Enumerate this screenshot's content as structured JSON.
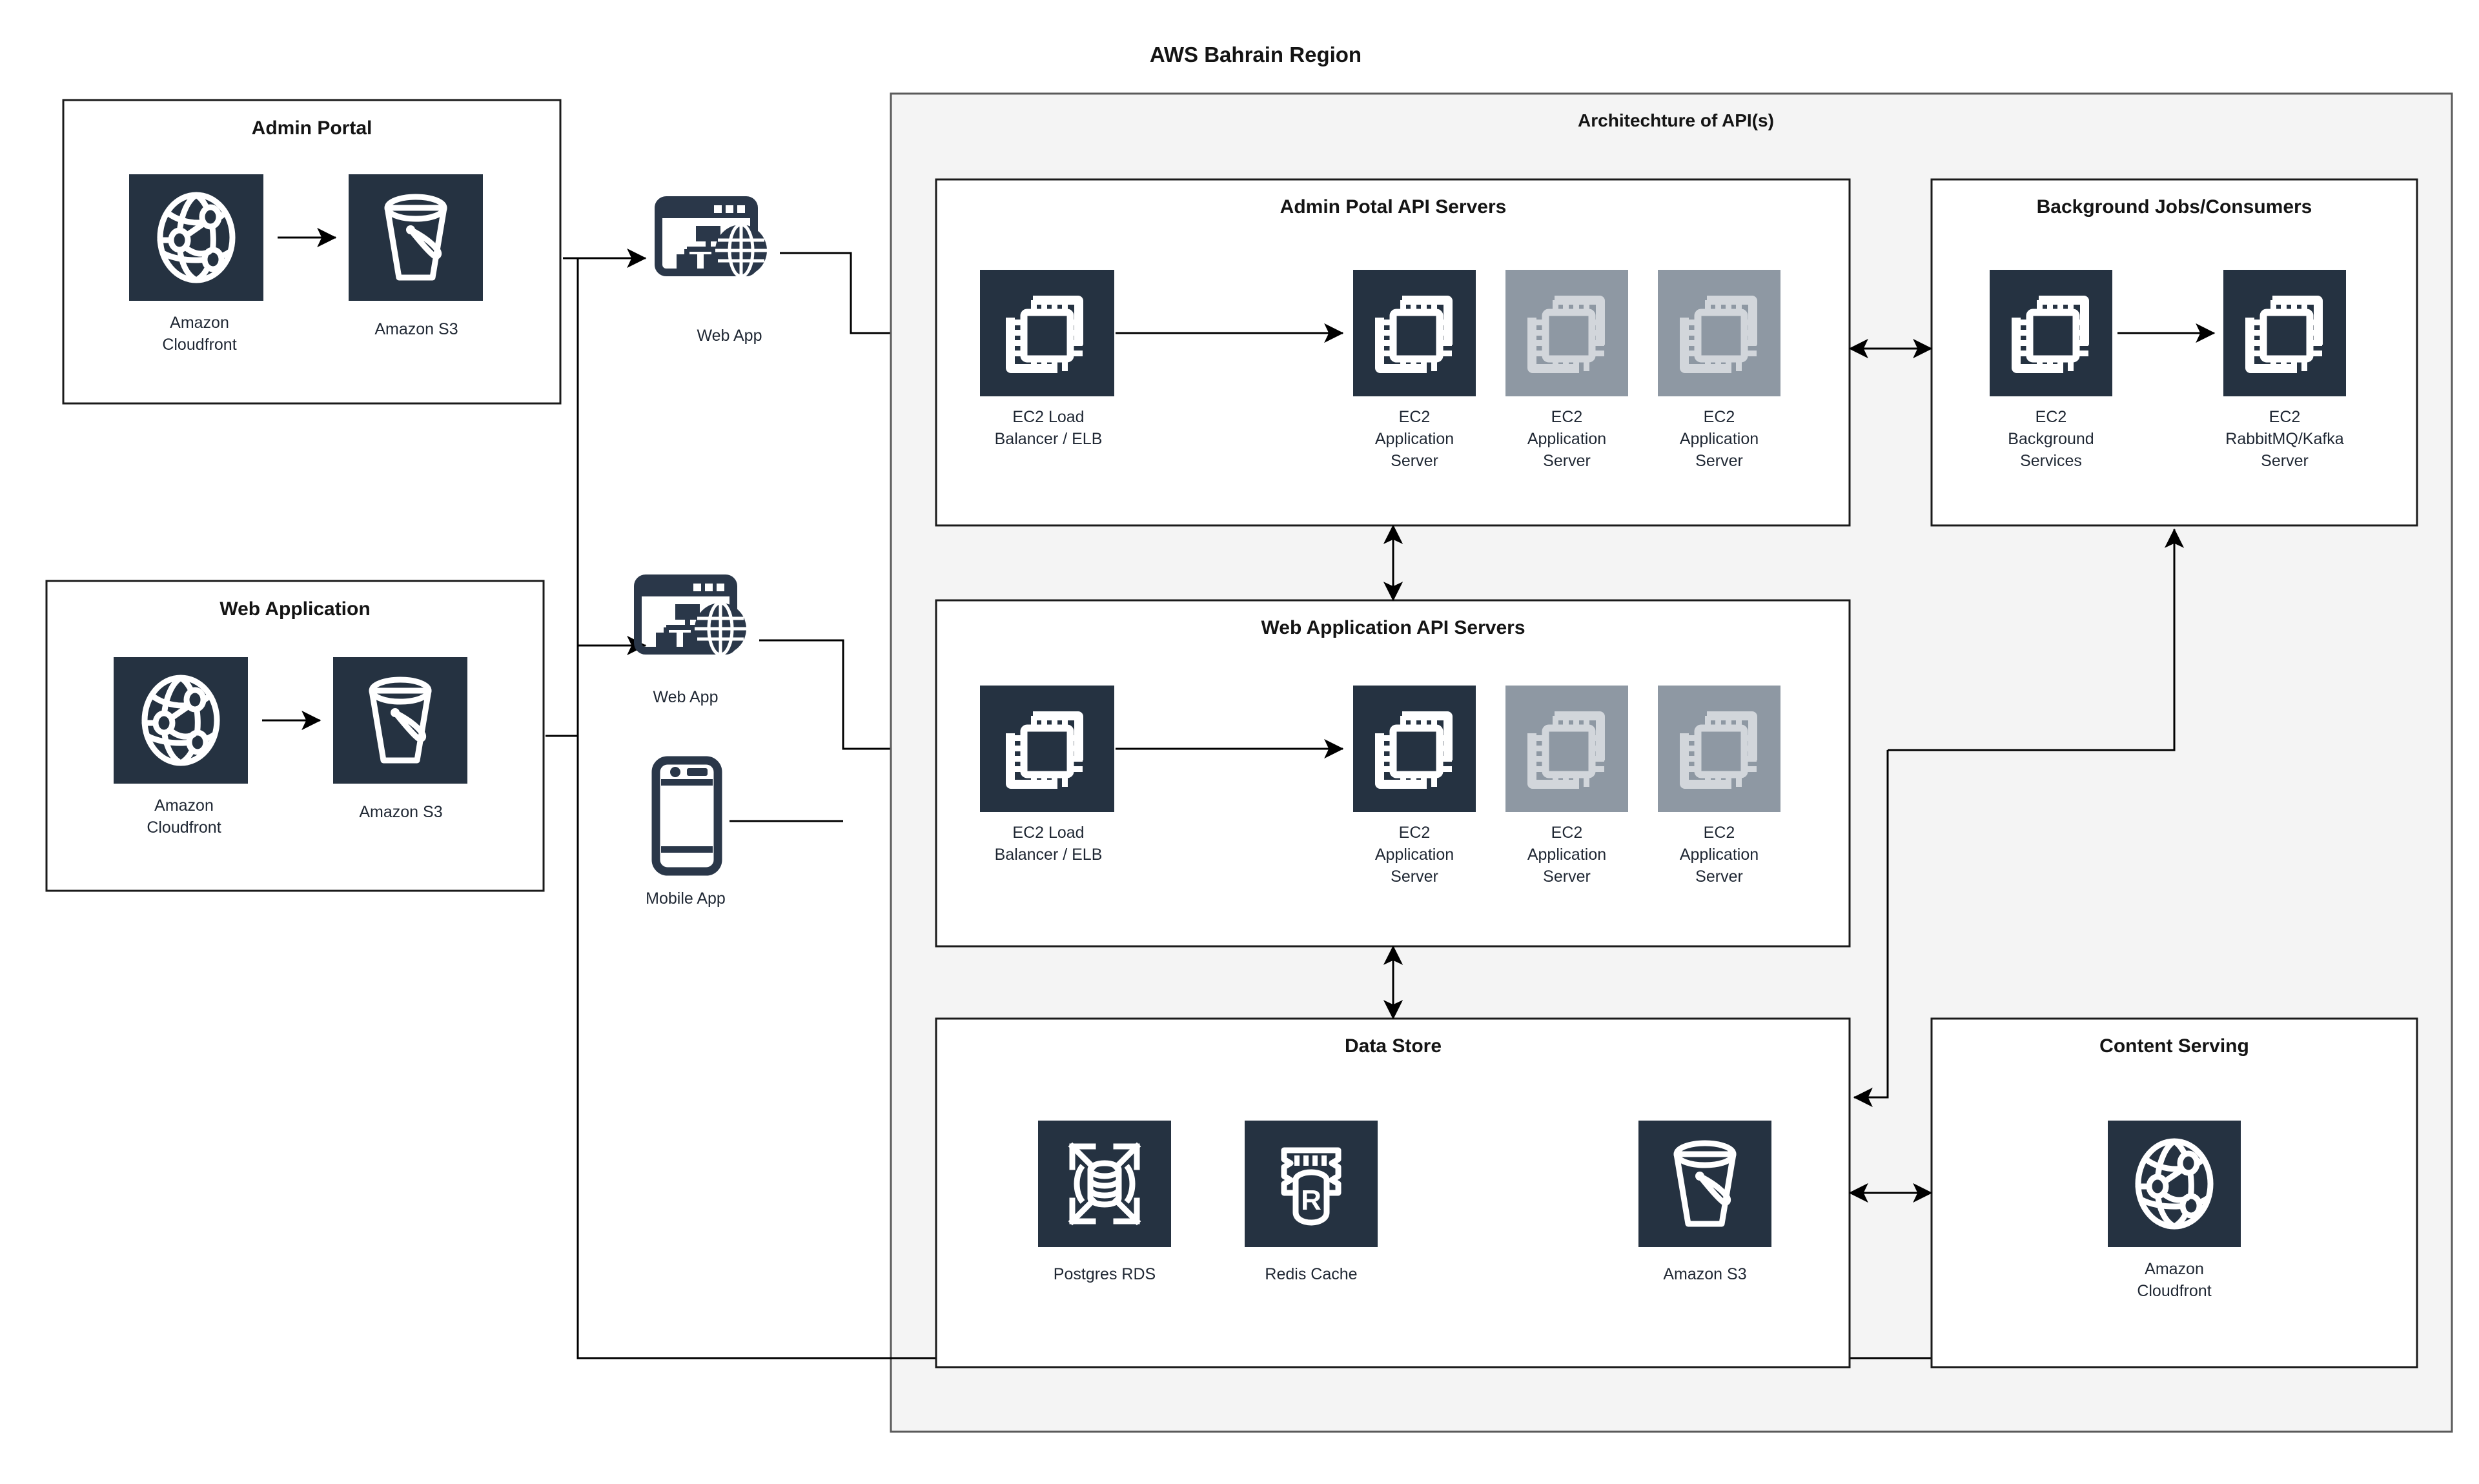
{
  "diagram": {
    "region_title": "AWS Bahrain Region",
    "region_subtitle": "Architechture of API(s)",
    "colors": {
      "icon_dark": "#253241",
      "icon_gray": "#8e98a3",
      "icon_glyph": "#ffffff",
      "icon_glyph_gray": "#d2d6db",
      "region_fill": "#f4f4f4",
      "group_fill": "#ffffff",
      "connector": "#000000",
      "text": "#1f2733"
    },
    "groups": [
      {
        "id": "admin-portal",
        "title": "Admin Portal",
        "nodes": [
          {
            "id": "admin-cloudfront",
            "label": "Amazon\nCloudfront",
            "icon": "cloudfront-icon",
            "state": "active"
          },
          {
            "id": "admin-s3",
            "label": "Amazon S3",
            "icon": "s3-bucket-icon",
            "state": "active"
          }
        ]
      },
      {
        "id": "web-application",
        "title": "Web Application",
        "nodes": [
          {
            "id": "web-cloudfront",
            "label": "Amazon\nCloudfront",
            "icon": "cloudfront-icon",
            "state": "active"
          },
          {
            "id": "web-s3",
            "label": "Amazon S3",
            "icon": "s3-bucket-icon",
            "state": "active"
          }
        ]
      },
      {
        "id": "admin-api-servers",
        "title": "Admin Potal API Servers",
        "nodes": [
          {
            "id": "admin-elb",
            "label": "EC2 Load\nBalancer / ELB",
            "icon": "ec2-icon",
            "state": "active"
          },
          {
            "id": "admin-app-1",
            "label": "EC2\nApplication\nServer",
            "icon": "ec2-icon",
            "state": "active"
          },
          {
            "id": "admin-app-2",
            "label": "EC2\nApplication\nServer",
            "icon": "ec2-icon",
            "state": "inactive"
          },
          {
            "id": "admin-app-3",
            "label": "EC2\nApplication\nServer",
            "icon": "ec2-icon",
            "state": "inactive"
          }
        ]
      },
      {
        "id": "web-api-servers",
        "title": "Web Application API Servers",
        "nodes": [
          {
            "id": "web-elb",
            "label": "EC2 Load\nBalancer / ELB",
            "icon": "ec2-icon",
            "state": "active"
          },
          {
            "id": "web-app-1",
            "label": "EC2\nApplication\nServer",
            "icon": "ec2-icon",
            "state": "active"
          },
          {
            "id": "web-app-2",
            "label": "EC2\nApplication\nServer",
            "icon": "ec2-icon",
            "state": "inactive"
          },
          {
            "id": "web-app-3",
            "label": "EC2\nApplication\nServer",
            "icon": "ec2-icon",
            "state": "inactive"
          }
        ]
      },
      {
        "id": "background-jobs",
        "title": "Background Jobs/Consumers",
        "nodes": [
          {
            "id": "bg-services",
            "label": "EC2\nBackground\nServices",
            "icon": "ec2-icon",
            "state": "active"
          },
          {
            "id": "bg-broker",
            "label": "EC2\nRabbitMQ/Kafka\nServer",
            "icon": "ec2-icon",
            "state": "active"
          }
        ]
      },
      {
        "id": "data-store",
        "title": "Data Store",
        "nodes": [
          {
            "id": "postgres-rds",
            "label": "Postgres RDS",
            "icon": "rds-icon",
            "state": "active"
          },
          {
            "id": "redis-cache",
            "label": "Redis Cache",
            "icon": "redis-icon",
            "state": "active"
          },
          {
            "id": "datastore-s3",
            "label": "Amazon S3",
            "icon": "s3-bucket-icon",
            "state": "active"
          }
        ]
      },
      {
        "id": "content-serving",
        "title": "Content Serving",
        "nodes": [
          {
            "id": "content-cloudfront",
            "label": "Amazon\nCloudfront",
            "icon": "cloudfront-icon",
            "state": "active"
          }
        ]
      }
    ],
    "clients": [
      {
        "id": "client-web-app-admin",
        "label": "Web App",
        "icon": "web-app-icon"
      },
      {
        "id": "client-web-app-user",
        "label": "Web App",
        "icon": "web-app-icon"
      },
      {
        "id": "client-mobile-app",
        "label": "Mobile App",
        "icon": "mobile-app-icon"
      }
    ],
    "labels": {
      "admin_portal": "Admin Portal",
      "web_application": "Web Application",
      "admin_api_servers": "Admin Potal API Servers",
      "web_api_servers": "Web Application API Servers",
      "background_jobs": "Background Jobs/Consumers",
      "data_store": "Data Store",
      "content_serving": "Content Serving",
      "amazon_cloudfront": "Amazon",
      "amazon_cloudfront2": "Cloudfront",
      "amazon_s3": "Amazon S3",
      "ec2_load_balancer_1": "EC2 Load",
      "ec2_load_balancer_2": "Balancer / ELB",
      "ec2_1": "EC2",
      "application": "Application",
      "server": "Server",
      "background": "Background",
      "services": "Services",
      "rabbitmq_kafka": "RabbitMQ/Kafka",
      "postgres_rds": "Postgres RDS",
      "redis_cache": "Redis Cache",
      "web_app": "Web App",
      "mobile_app": "Mobile App",
      "redis_letter": "R"
    }
  }
}
